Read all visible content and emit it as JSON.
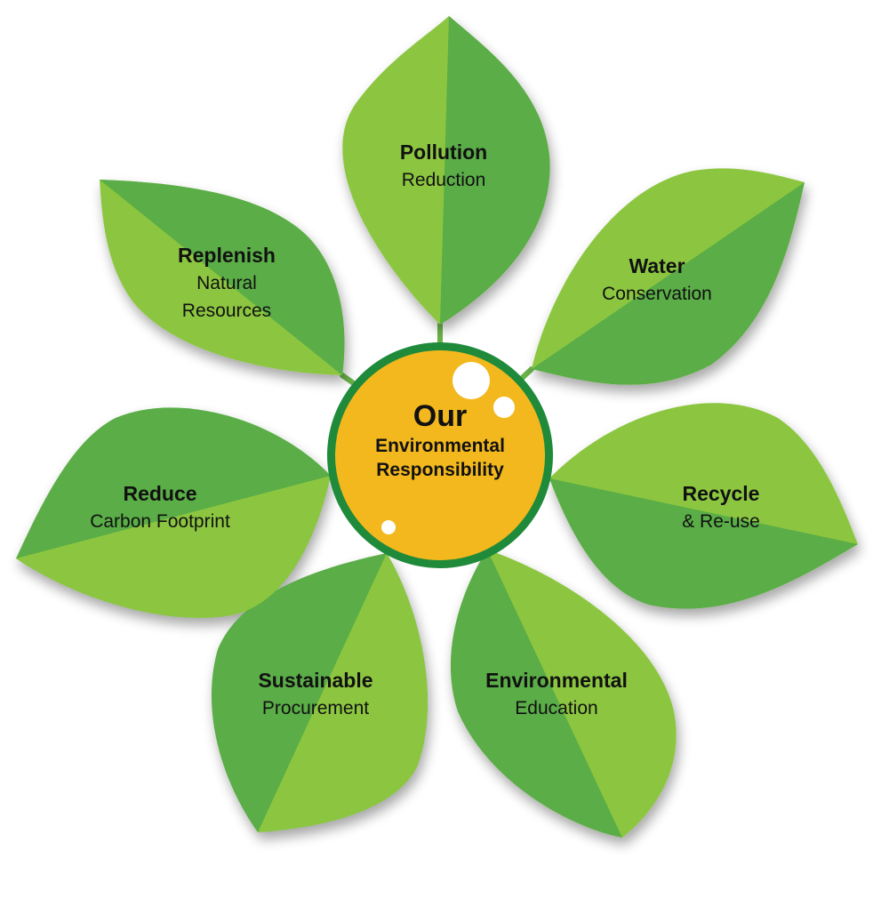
{
  "diagram": {
    "center": {
      "line1": "Our",
      "line2": "Environmental",
      "line3": "Responsibility"
    },
    "petals": [
      {
        "id": "pollution",
        "bold": "Pollution",
        "lines": [
          "Reduction"
        ]
      },
      {
        "id": "water",
        "bold": "Water",
        "lines": [
          "Conservation"
        ]
      },
      {
        "id": "recycle",
        "bold": "Recycle",
        "lines": [
          "& Re-use"
        ]
      },
      {
        "id": "education",
        "bold": "Environmental",
        "lines": [
          "Education"
        ]
      },
      {
        "id": "procurement",
        "bold": "Sustainable",
        "lines": [
          "Procurement"
        ]
      },
      {
        "id": "carbon",
        "bold": "Reduce",
        "lines": [
          "Carbon Footprint"
        ]
      },
      {
        "id": "replenish",
        "bold": "Replenish",
        "lines": [
          "Natural",
          "Resources"
        ]
      }
    ]
  },
  "colors": {
    "leaf_light": "#8cc63f",
    "leaf_dark": "#5aad46",
    "stem": "#6ab24a",
    "center_fill": "#f2b81e",
    "center_ring": "#1f8a3a",
    "highlight": "#ffffff"
  }
}
